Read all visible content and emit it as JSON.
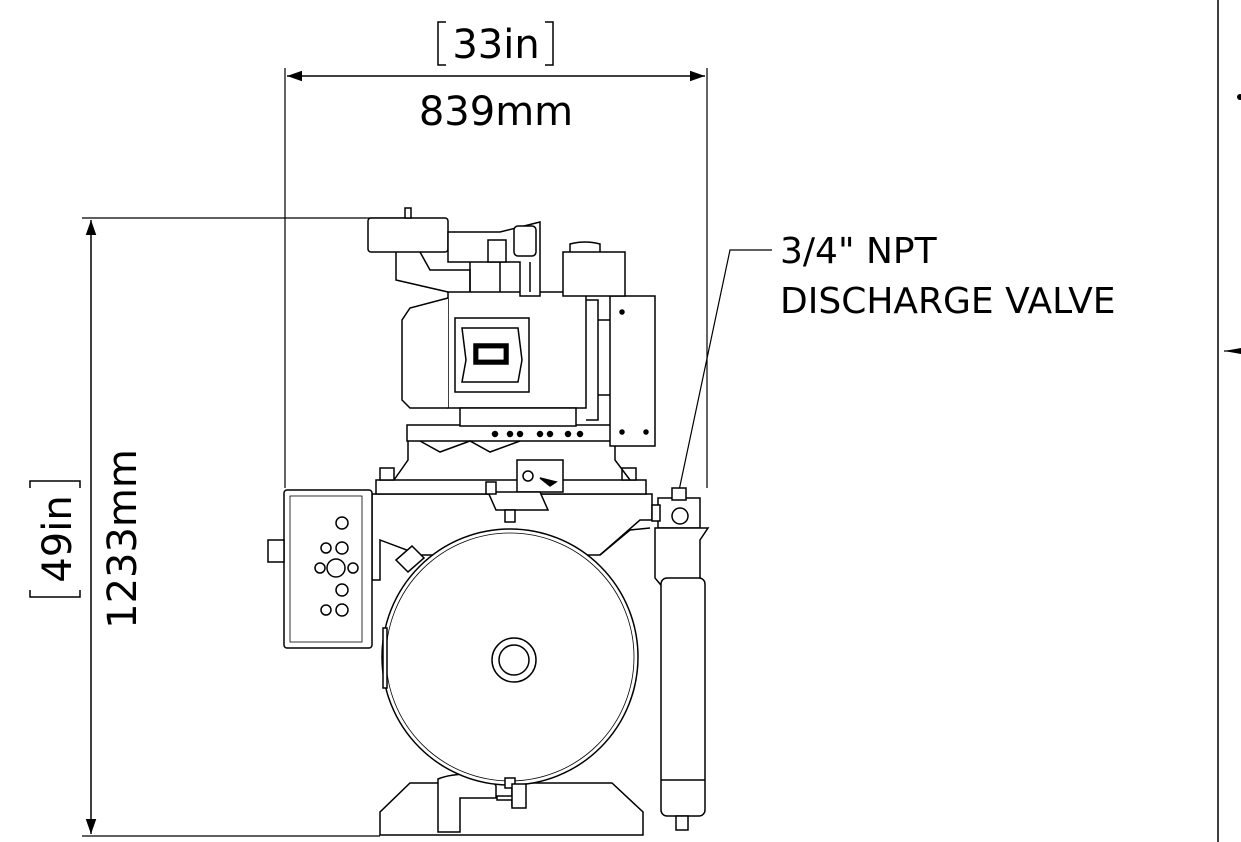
{
  "dimensions": {
    "width_imperial": "33in",
    "width_metric": "839mm",
    "height_imperial": "49in",
    "height_metric": "1233mm"
  },
  "callouts": {
    "discharge_valve_line1": "3/4\" NPT",
    "discharge_valve_line2": "DISCHARGE VALVE"
  },
  "colors": {
    "line": "#000000",
    "background": "#ffffff"
  }
}
